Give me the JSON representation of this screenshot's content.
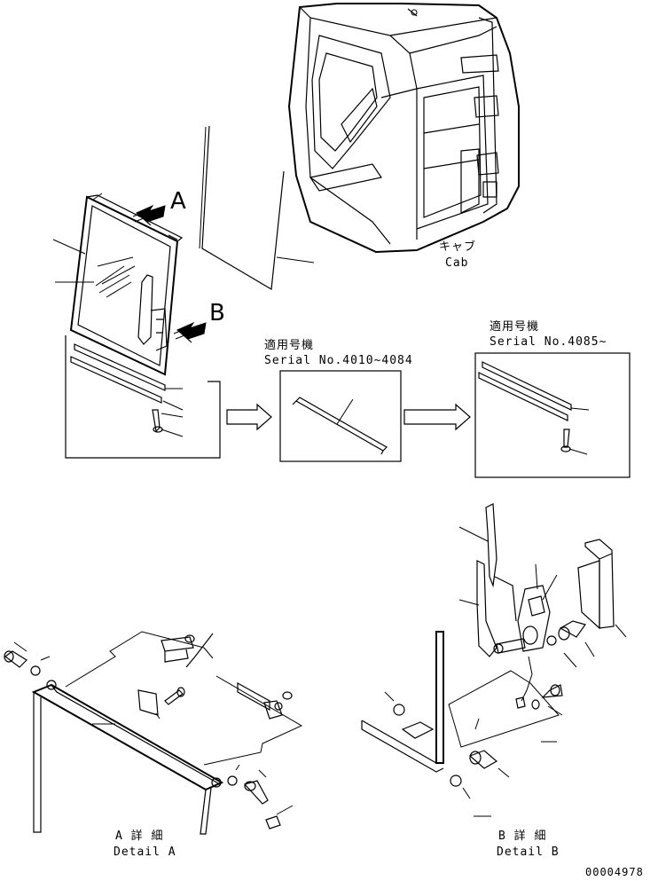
{
  "labels": {
    "cab_jp": "キャブ",
    "cab_en": "Cab",
    "view_a": "A",
    "view_b": "B",
    "serial_mid_jp": "適用号機",
    "serial_mid_en": "Serial No.4010~4084",
    "serial_right_jp": "適用号機",
    "serial_right_en": "Serial No.4085~",
    "detail_a_jp": "A 詳 細",
    "detail_a_en": "Detail A",
    "detail_b_jp": "B 詳 細",
    "detail_b_en": "Detail B",
    "drawing_number": "00004978"
  }
}
